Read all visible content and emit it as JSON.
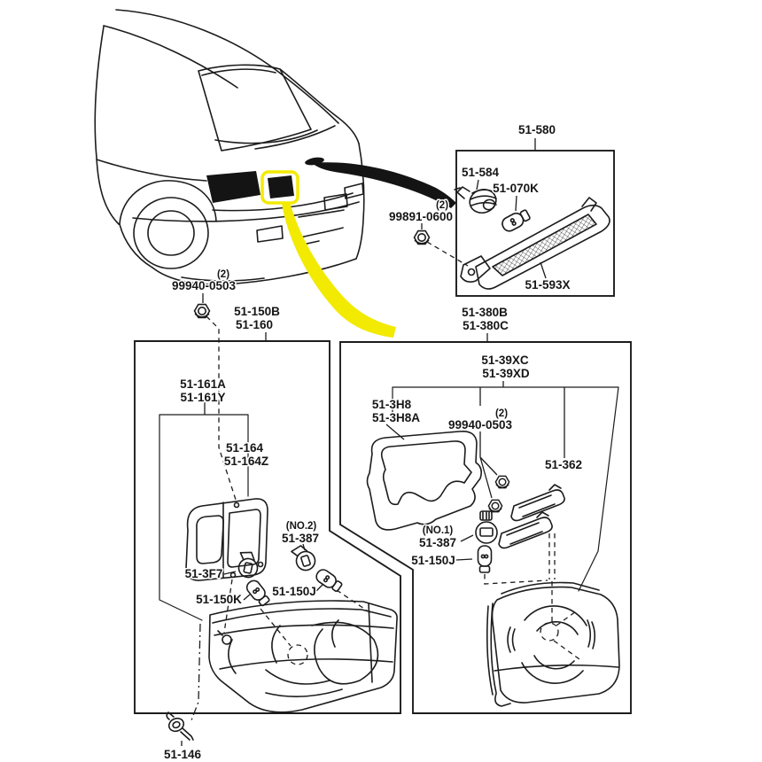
{
  "diagram": {
    "background": "#ffffff",
    "line_color": "#1c1c1c",
    "highlight_color": "#f2ea00",
    "labels": {
      "high_mount_assembly": "51-580",
      "high_mount_socket": "51-584",
      "high_mount_bulb": "51-070K",
      "high_mount_lamp": "51-593X",
      "nut_qty_top": "(2)",
      "nut_top": "99891-0600",
      "nut_qty_left": "(2)",
      "nut_left": "99940-0503",
      "outer_lamp_a": "51-150B",
      "outer_lamp_b": "51-160",
      "inner_lamp_a": "51-380B",
      "inner_lamp_b": "51-380C",
      "bracket_a": "51-39XC",
      "bracket_b": "51-39XD",
      "body_a": "51-161A",
      "body_b": "51-161Y",
      "gasket_outer_a": "51-164",
      "gasket_outer_b": "51-164Z",
      "gasket_inner_a": "51-3H8",
      "gasket_inner_b": "51-3H8A",
      "nut_qty_right": "(2)",
      "nut_right": "99940-0503",
      "retainer": "51-362",
      "socket_no2_qty": "(NO.2)",
      "socket_no2": "51-387",
      "socket_3f7": "51-3F7",
      "bulb_150k": "51-150K",
      "bulb_150j_left": "51-150J",
      "socket_no1_qty": "(NO.1)",
      "socket_no1": "51-387",
      "bulb_150j_right": "51-150J",
      "screw": "51-146"
    }
  }
}
